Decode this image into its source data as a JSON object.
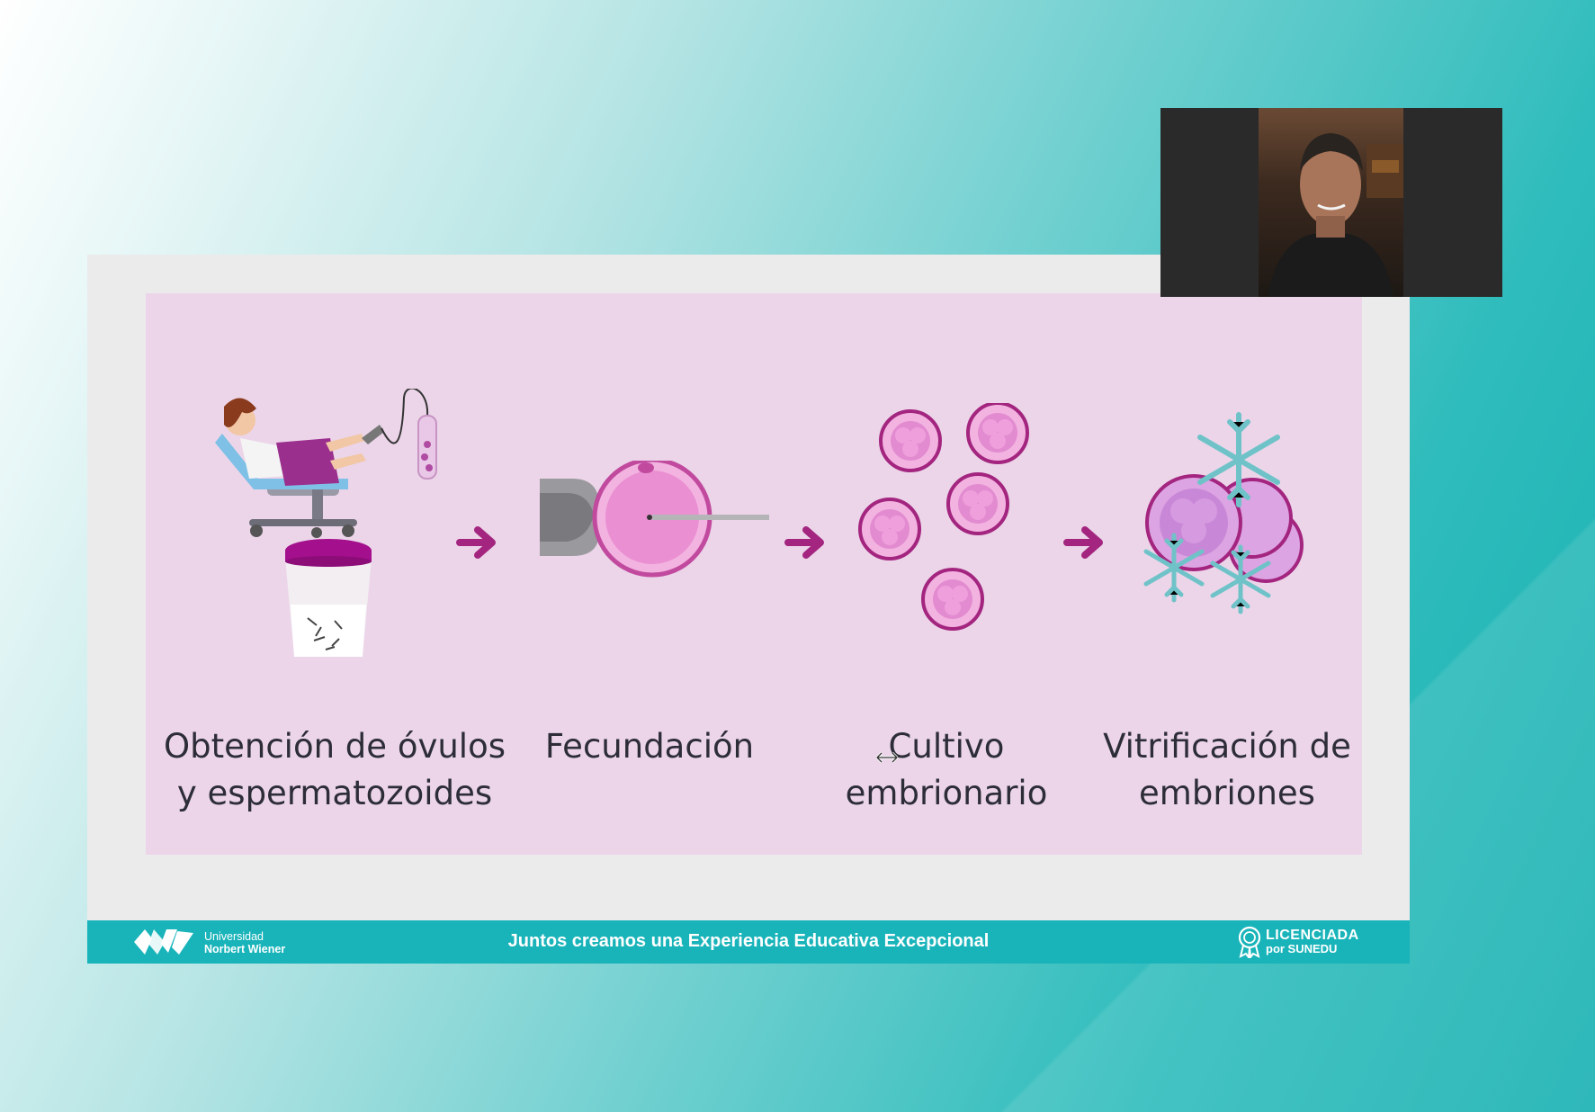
{
  "slide": {
    "steps": [
      {
        "label": "Obtención de óvulos\ny espermatozoides"
      },
      {
        "label": "Fecundación"
      },
      {
        "label": "Cultivo\nembrionario"
      },
      {
        "label": "Vitrificación de\nembriones"
      }
    ],
    "colors": {
      "panel": "#ecd5e9",
      "accent": "#a3257f",
      "cell": "#e598d4",
      "snow": "#6fc3c8"
    }
  },
  "footer": {
    "university_line1": "Universidad",
    "university_line2": "Norbert Wiener",
    "tagline": "Juntos creamos una Experiencia Educativa Excepcional",
    "license_line1": "LICENCIADA",
    "license_line2": "por SUNEDU",
    "color": "#19b4ba"
  },
  "video": {
    "participant_icon": "person-video-tile"
  }
}
